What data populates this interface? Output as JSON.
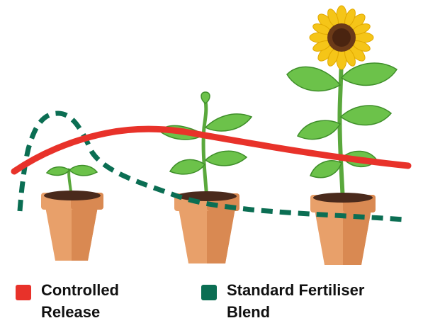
{
  "colors": {
    "controlled_release": "#e8322a",
    "standard_fertiliser": "#0b6e53",
    "pot_light": "#e8a06a",
    "pot_dark": "#c9743d",
    "soil": "#4a2a1c",
    "leaf": "#6cc24a",
    "leaf_dark": "#3f8f2a",
    "stem": "#5aa83c",
    "petal": "#f5c518",
    "flower_center": "#6b3a18"
  },
  "legend": {
    "controlled": {
      "line1": "Controlled",
      "line2": "Release",
      "swatch_icon": "red-square"
    },
    "standard": {
      "line1": "Standard Fertiliser",
      "line2": "Blend",
      "swatch_icon": "green-square"
    }
  },
  "plants": [
    {
      "stage": "seedling",
      "icon": "seedling-icon"
    },
    {
      "stage": "young-plant",
      "icon": "young-plant-icon"
    },
    {
      "stage": "flowering",
      "icon": "sunflower-icon"
    }
  ]
}
